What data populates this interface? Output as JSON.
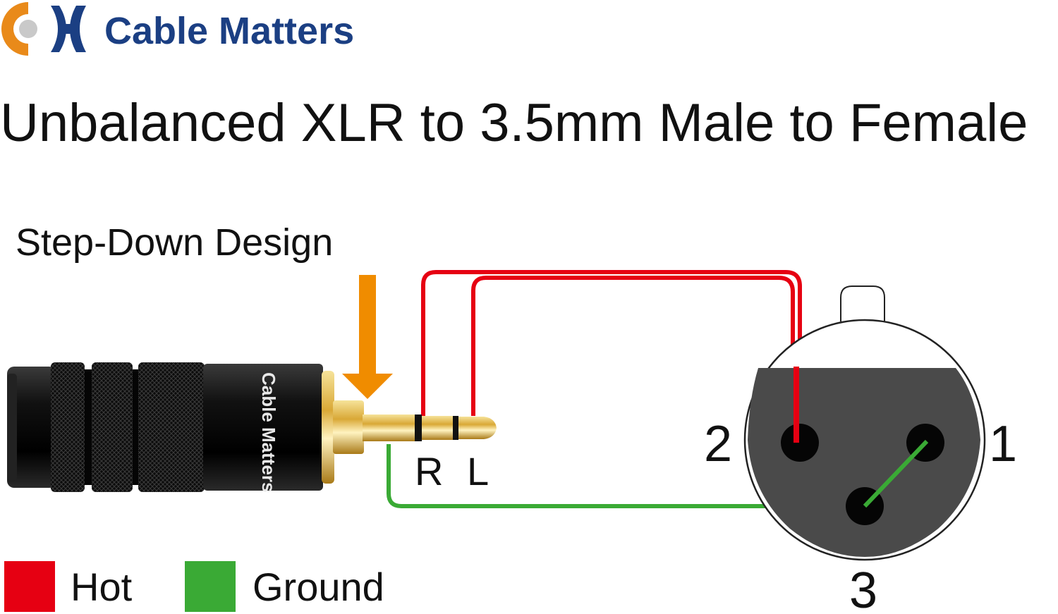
{
  "brand": {
    "name": "Cable Matters",
    "logo_icon": "cable-matters-logo-icon",
    "colors": {
      "navy": "#1b3f83",
      "orange": "#e98a1a",
      "gray": "#c9c9c9"
    }
  },
  "title": "Unbalanced XLR to 3.5mm Male to Female",
  "callout": {
    "label": "Step-Down Design",
    "arrow_color": "#f08c00"
  },
  "plug": {
    "tip_labels": {
      "r": "R",
      "l": "L"
    },
    "body_text": "Cable Matters"
  },
  "xlr": {
    "pins": {
      "pin1": "1",
      "pin2": "2",
      "pin3": "3"
    }
  },
  "wires": {
    "hot_color": "#e60012",
    "ground_color": "#3aaa35"
  },
  "legend": {
    "hot": {
      "label": "Hot",
      "color": "#e60012"
    },
    "ground": {
      "label": "Ground",
      "color": "#3aaa35"
    }
  }
}
